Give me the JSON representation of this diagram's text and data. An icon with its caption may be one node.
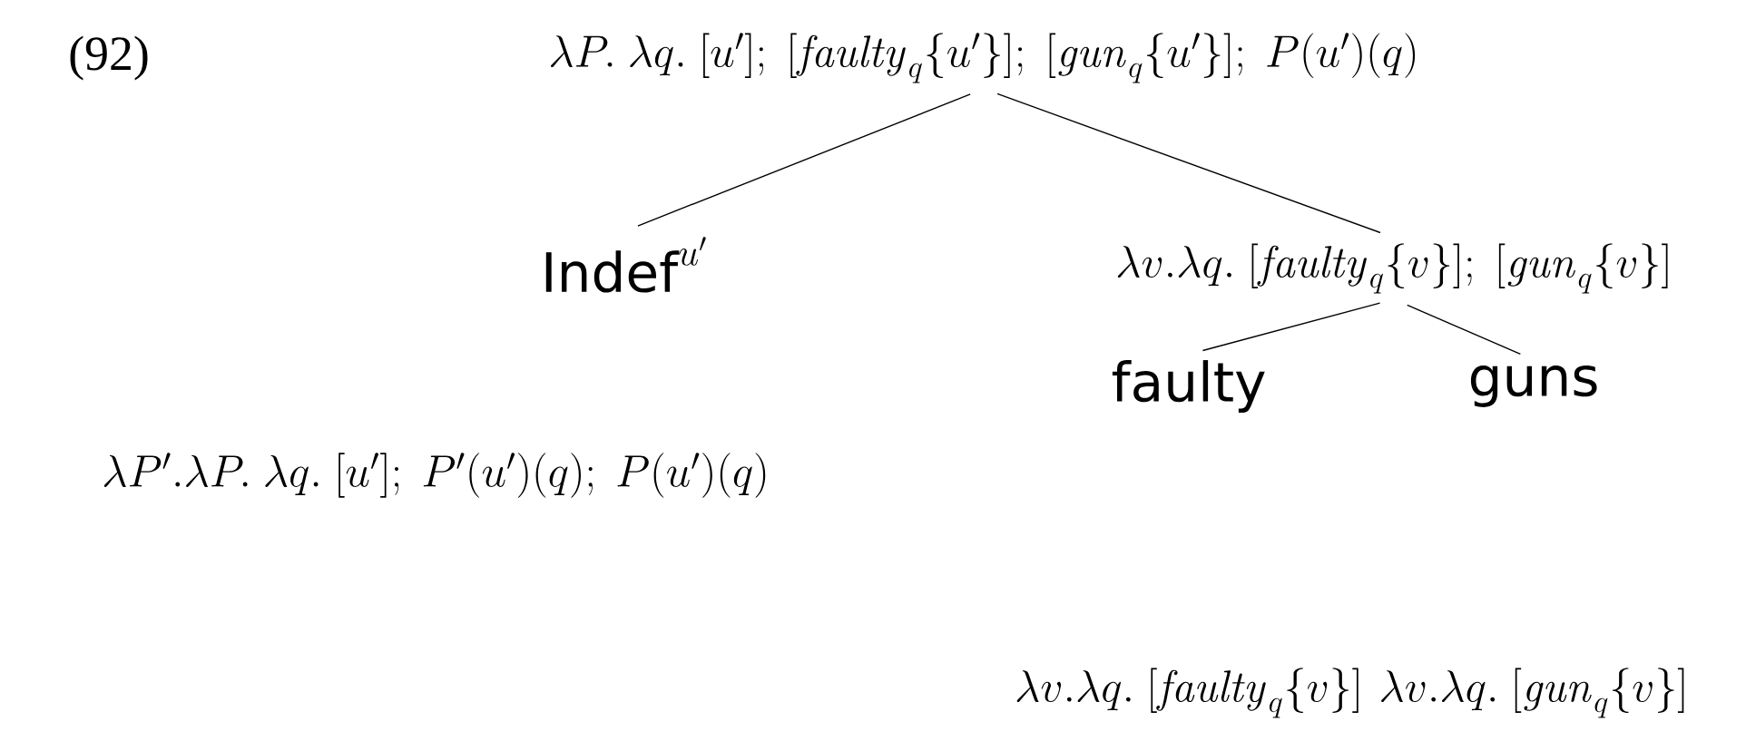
{
  "diagram": {
    "nodes": [
      {
        "text": [
          "\\lambda P.\\ \\lambda q.\\ [u'];\\ [\\mathit{faulty}_q\\{u'\\}];\\ [\\mathit{gun}_q\\{u'\\}];\\ P(u')(q)"
        ]
      },
      {
        "text": [
          "\\textsf{Indef}^{u'}"
        ]
      },
      {
        "text": [
          "\\lambda v.\\lambda q.\\ [\\mathit{faulty}_q\\{v\\}];\\ [\\mathit{gun}_q\\{v\\}]"
        ]
      },
      {
        "text": [
          "faulty"
        ]
      },
      {
        "text": [
          "guns"
        ]
      }
    ],
    "edges": [
      {
        "from": 0,
        "to": 1,
        "arrow": "none"
      },
      {
        "from": 0,
        "to": 2,
        "arrow": "none"
      },
      {
        "from": 2,
        "to": 3,
        "arrow": "none"
      },
      {
        "from": 2,
        "to": 4,
        "arrow": "none"
      }
    ],
    "labels": [
      "(92)",
      "\\lambda P'.\\lambda P.\\ \\lambda q.\\ [u'];\\ P'(u')(q);\\ P(u')(q)",
      "\\lambda v.\\lambda q.\\ [\\mathit{faulty}_q\\{v\\}]",
      "\\lambda v.\\lambda q.\\ [\\mathit{gun}_q\\{v\\}]"
    ]
  }
}
